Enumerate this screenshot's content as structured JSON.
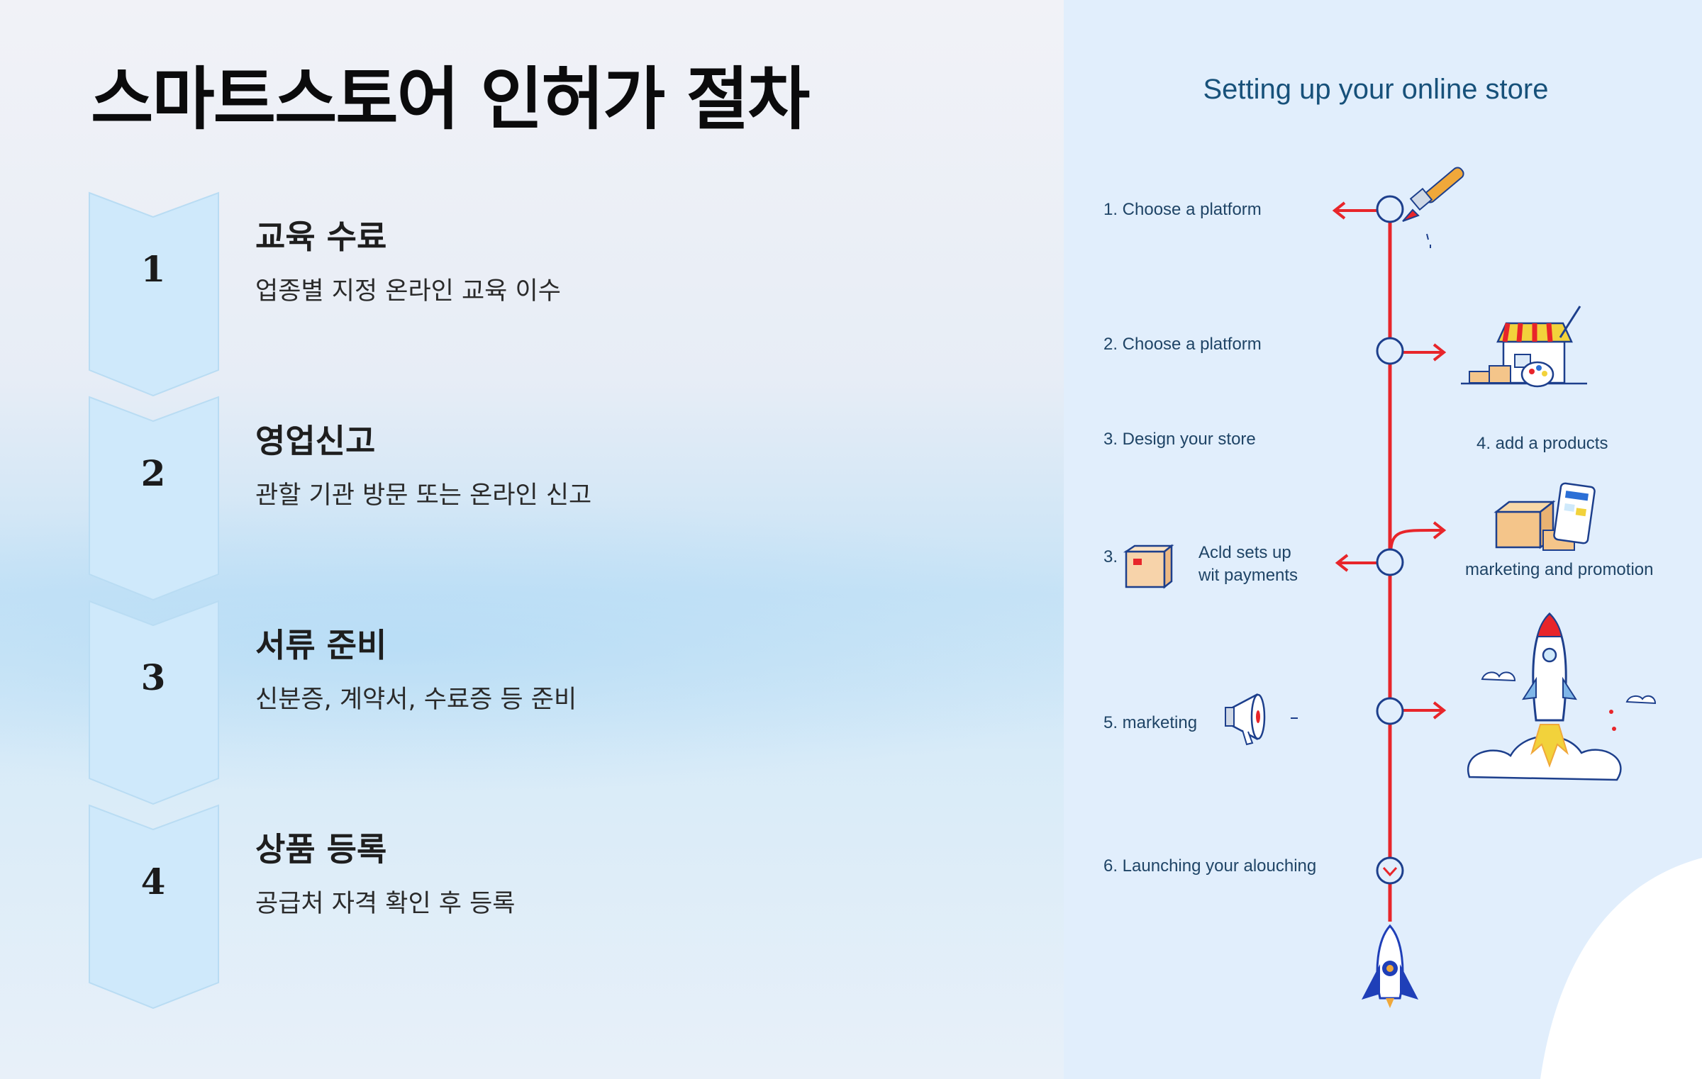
{
  "left": {
    "title": "스마트스토어 인허가 절차",
    "steps": [
      {
        "number": "1",
        "heading": "교육 수료",
        "description": "업종별 지정 온라인 교육 이수"
      },
      {
        "number": "2",
        "heading": "영업신고",
        "description": "관할 기관 방문 또는 온라인 신고"
      },
      {
        "number": "3",
        "heading": "서류 준비",
        "description": "신분증, 계약서, 수료증 등 준비"
      },
      {
        "number": "4",
        "heading": "상품 등록",
        "description": "공급처 자격 확인 후 등록"
      }
    ]
  },
  "right": {
    "title": "Setting up your online store",
    "labels": {
      "l1": "1.   Choose a platform",
      "l2": "2.   Choose a platform",
      "l3": "3.   Design your store",
      "l4": "4.   add a products",
      "l5num": "3.",
      "l5a": "Acld sets up",
      "l5b": "wit payments",
      "l6": "marketing and promotion",
      "l7": "5.   marketing",
      "l8": "6.   Launching your alouching"
    },
    "icons": [
      "paintbrush-icon",
      "shop-icon",
      "palette-icon",
      "boxes-icon",
      "phone-icon",
      "package-icon",
      "megaphone-icon",
      "rocket-icon",
      "cloud-icon"
    ]
  },
  "colors": {
    "chevron_fill": "#cfe9fb",
    "timeline_red": "#e8252a",
    "node_blue": "#1d3f8c",
    "title_blue": "#17517a"
  }
}
